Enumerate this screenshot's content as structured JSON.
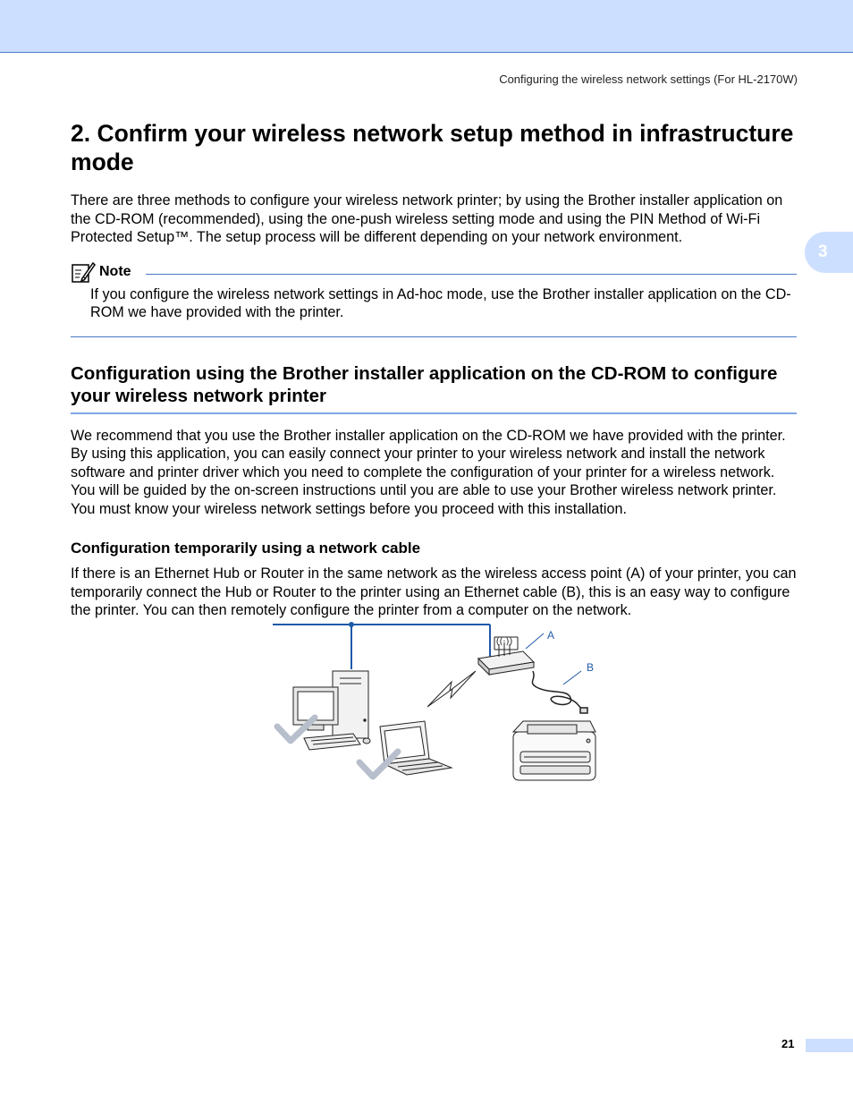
{
  "header": {
    "running_title": "Configuring the wireless network settings (For HL-2170W)",
    "chapter_number": "3"
  },
  "section": {
    "title": "2. Confirm your wireless network setup method in infrastructure mode",
    "intro": "There are three methods to configure your wireless network printer; by using the Brother installer application on the CD-ROM (recommended), using the one-push wireless setting mode and using the PIN Method of Wi-Fi Protected Setup™. The setup process will be different depending on your network environment."
  },
  "note": {
    "label": "Note",
    "text": "If you configure the wireless network settings in Ad-hoc mode, use the Brother installer application on the CD-ROM we have provided with the printer."
  },
  "subsection": {
    "title": "Configuration using the Brother installer application on the CD-ROM to configure your wireless network printer",
    "body": "We recommend that you use the Brother installer application on the CD-ROM we have provided with the printer. By using this application, you can easily connect your printer to your wireless network and install the network software and printer driver which you need to complete the configuration of your printer for a wireless network. You will be guided by the on-screen instructions until you are able to use your Brother wireless network printer. You must know your wireless network settings before you proceed with this installation."
  },
  "subsubsection": {
    "title": "Configuration temporarily using a network cable",
    "body": "If there is an Ethernet Hub or Router in the same network as the wireless access point (A) of your printer, you can temporarily connect the Hub or Router to the printer using an Ethernet cable (B), this is an easy way to configure the printer. You can then remotely configure the printer from a computer on the network."
  },
  "figure": {
    "label_a": "A",
    "label_b": "B",
    "accent_color": "#1f5aa8"
  },
  "footer": {
    "page_number": "21"
  }
}
